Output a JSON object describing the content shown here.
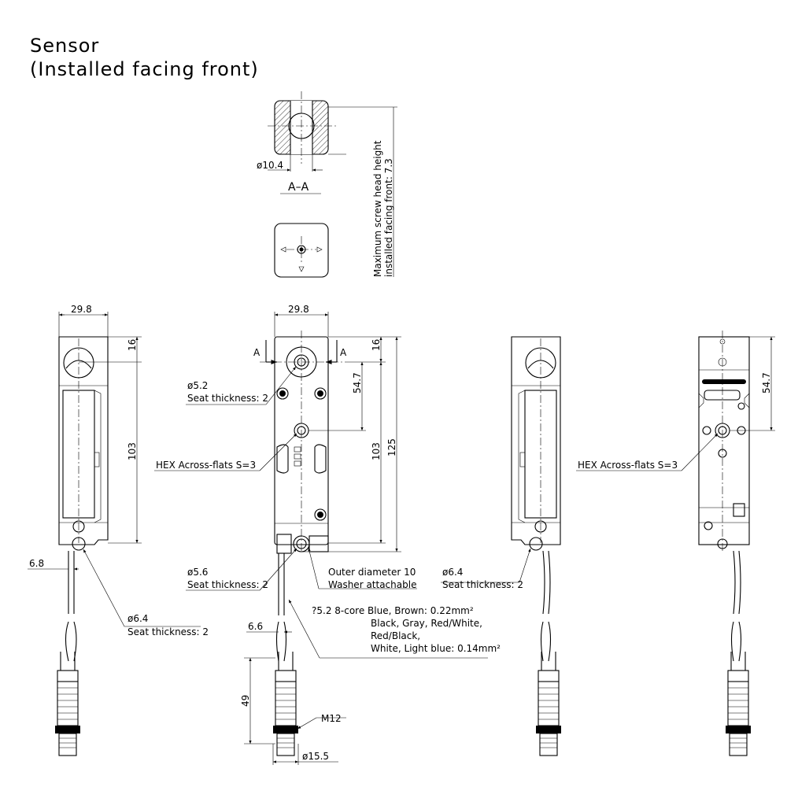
{
  "title": {
    "line1": "Sensor",
    "line2": "(Installed facing front)"
  },
  "section_view": {
    "label": "A–A",
    "dia": "ø10.4",
    "screw_note_line1": "Maximum screw head height",
    "screw_note_line2": "installed facing front: 7.3"
  },
  "left_view": {
    "width": "29.8",
    "top_offset": "16",
    "length": "103",
    "cable_offset": "6.8",
    "hole_dia": "ø6.4",
    "hole_seat": "Seat thickness: 2"
  },
  "front_view": {
    "width": "29.8",
    "section_mark": "A",
    "top_offset": "16",
    "mid_dist": "54.7",
    "length": "103",
    "total_length": "125",
    "hole_top_dia": "ø5.2",
    "hole_top_seat": "Seat thickness: 2",
    "hex_note": "HEX Across-flats S=3",
    "hole_bottom_dia": "ø5.6",
    "hole_bottom_seat": "Seat thickness: 2",
    "washer_line1": "Outer diameter 10",
    "washer_line2": "Washer attachable",
    "cable_line1": "?5.2 8-core Blue, Brown: 0.22mm²",
    "cable_line2": "Black, Gray, Red/White,",
    "cable_line3": "Red/Black,",
    "cable_line4": "White, Light blue: 0.14mm²",
    "cable_offset": "6.6",
    "connector_length": "49",
    "connector_thread": "M12",
    "connector_dia": "ø15.5"
  },
  "right_view": {
    "hole_dia": "ø6.4",
    "hole_seat": "Seat thickness: 2"
  },
  "back_view": {
    "mid_dist": "54.7",
    "hex_note": "HEX Across-flats S=3"
  }
}
